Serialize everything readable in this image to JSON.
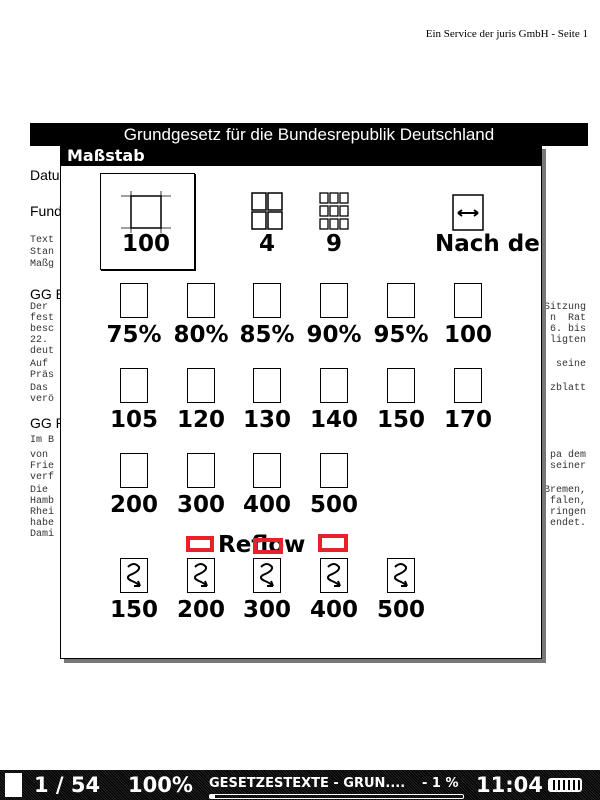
{
  "header": "Ein Service der juris GmbH - Seite 1",
  "doc_title": "Grundgesetz für die Bundesrepublik Deutschland",
  "background_left": [
    [
      "Datu",
      175,
      "s"
    ],
    [
      "Fund",
      211,
      "s"
    ],
    [
      "Text",
      240,
      "m"
    ],
    [
      "Stan",
      252,
      "m"
    ],
    [
      "Maßg",
      264,
      "m"
    ],
    [
      "GG Ei",
      294,
      "s"
    ],
    [
      "Der",
      307,
      "m"
    ],
    [
      "fest",
      318,
      "m"
    ],
    [
      "besc",
      329,
      "m"
    ],
    [
      "22.",
      340,
      "m"
    ],
    [
      "deut",
      351,
      "m"
    ],
    [
      "Auf",
      364,
      "m"
    ],
    [
      "Präs",
      375,
      "m"
    ],
    [
      "Das",
      388,
      "m"
    ],
    [
      "verö",
      399,
      "m"
    ],
    [
      "GG P",
      423,
      "s"
    ],
    [
      "Im B",
      440,
      "m"
    ],
    [
      "von",
      455,
      "m"
    ],
    [
      "Frie",
      466,
      "m"
    ],
    [
      "verf",
      477,
      "m"
    ],
    [
      "Die",
      490,
      "m"
    ],
    [
      "Hamb",
      501,
      "m"
    ],
    [
      "Rhei",
      512,
      "m"
    ],
    [
      "habe",
      523,
      "m"
    ],
    [
      "Dami",
      534,
      "m"
    ]
  ],
  "background_right": [
    [
      "Sitzung",
      307
    ],
    [
      "n  Rat",
      318
    ],
    [
      "6. bis",
      329
    ],
    [
      "ligten",
      340
    ],
    [
      "seine",
      364
    ],
    [
      "zblatt",
      388
    ],
    [
      "pa dem",
      455
    ],
    [
      "seiner",
      466
    ],
    [
      "Bremen,",
      490
    ],
    [
      "falen,",
      501
    ],
    [
      "ringen",
      512
    ],
    [
      "endet.",
      523
    ]
  ],
  "dialog": {
    "title": "Maßstab",
    "row1": [
      {
        "label": "100",
        "icon": "fit-page-icon",
        "selected": true
      },
      {
        "label": "4",
        "icon": "grid-2x2-icon"
      },
      {
        "label": "9",
        "icon": "grid-3x3-icon"
      },
      {
        "label": "Nach de",
        "icon": "fit-width-icon"
      }
    ],
    "row2": [
      "75%",
      "80%",
      "85%",
      "90%",
      "95%",
      "100"
    ],
    "row3": [
      "105",
      "120",
      "130",
      "140",
      "150",
      "170"
    ],
    "row4": [
      "200",
      "300",
      "400",
      "500"
    ],
    "reflow_label": "Reflow",
    "row5": [
      "150",
      "200",
      "300",
      "400",
      "500"
    ],
    "highlight_color": "#e8202a"
  },
  "status": {
    "page": "1 / 54",
    "zoom": "100%",
    "title": "GESETZESTEXTE - GRUN....",
    "progress_text": "- 1 %",
    "progress": 0.01,
    "time": "11:04",
    "battery": "battery-full-icon"
  }
}
